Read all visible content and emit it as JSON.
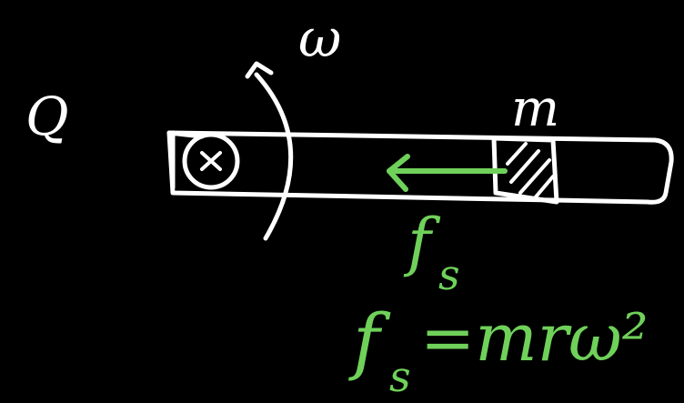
{
  "labels": {
    "question_mark": "Q",
    "angular_velocity": "ω",
    "mass": "m",
    "force": "f",
    "force_subscript": "s",
    "equation_lhs": "f",
    "equation_lhs_subscript": "s",
    "equation_rhs": "=mrω²"
  },
  "colors": {
    "background": "#000000",
    "chalk": "#ffffff",
    "highlight": "#6fd15a"
  },
  "icons": {
    "axis": "cross-in-circle-icon",
    "rotation": "curved-arrow-icon",
    "force": "left-arrow-icon"
  }
}
